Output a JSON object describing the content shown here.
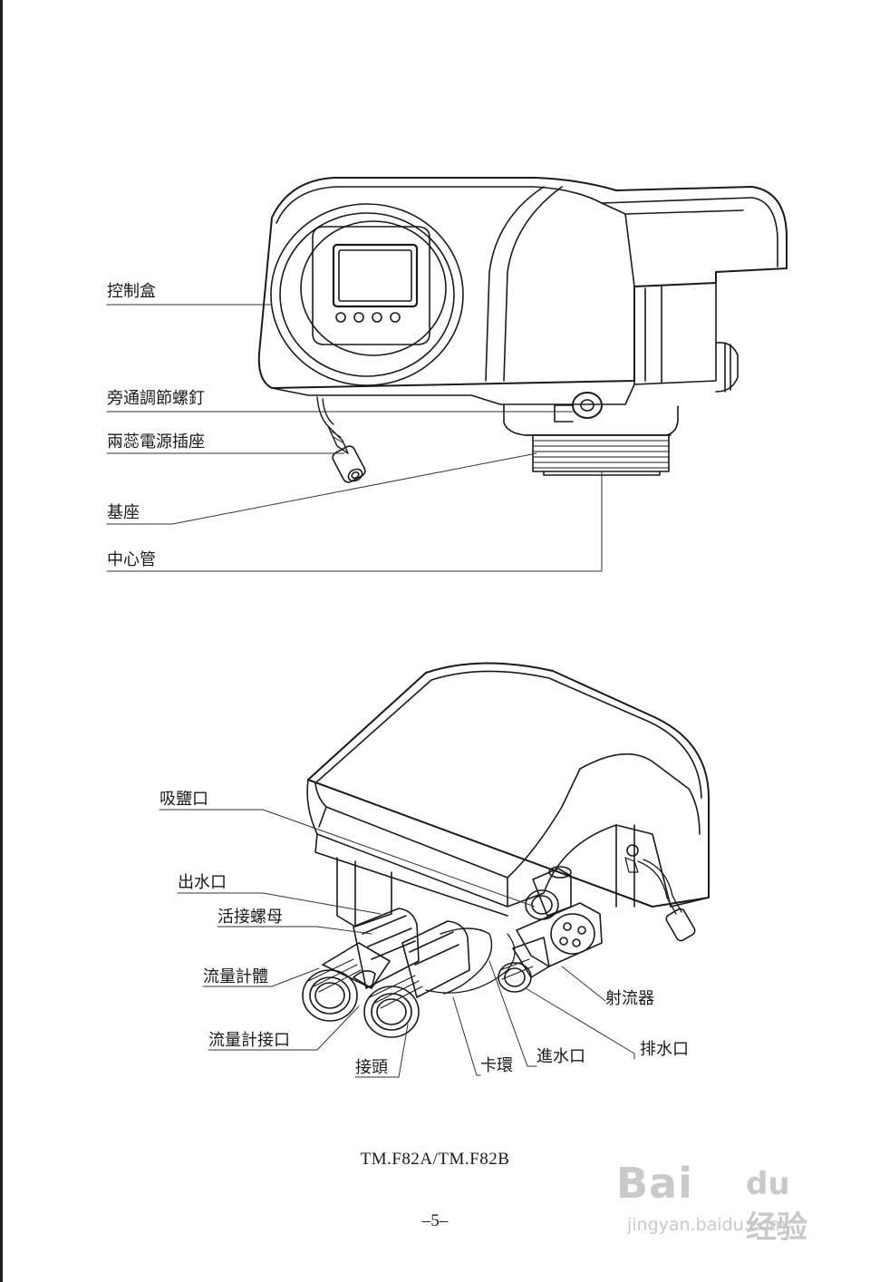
{
  "figure_top": {
    "labels": {
      "control_box": "控制盒",
      "bypass_screw": "旁通調節螺釘",
      "power_socket": "兩蕊電源插座",
      "base": "基座",
      "center_pipe": "中心管"
    }
  },
  "figure_bottom": {
    "labels": {
      "brine_port": "吸鹽口",
      "outlet": "出水口",
      "union_nut": "活接螺母",
      "meter_body": "流量計體",
      "meter_connector": "流量計接口",
      "connector": "接頭",
      "clip": "卡環",
      "inlet": "進水口",
      "drain": "排水口",
      "injector": "射流器"
    }
  },
  "footer": {
    "model": "TM.F82A/TM.F82B",
    "page_number": "–5–"
  },
  "watermark": {
    "brand": "Bai",
    "brand_suffix": "du 经验",
    "url": "jingyan.baidu.com"
  }
}
